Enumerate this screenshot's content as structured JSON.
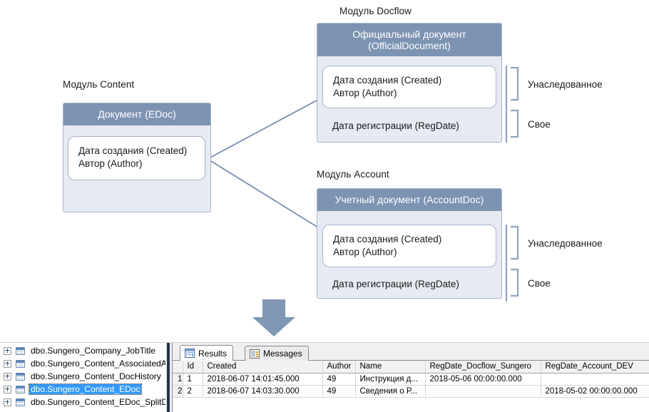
{
  "diagram": {
    "modules": [
      {
        "label": "Модуль Content"
      },
      {
        "label": "Модуль Docflow"
      },
      {
        "label": "Модуль Account"
      }
    ],
    "entities": [
      {
        "title": "Документ (EDoc)",
        "inherited_fields": "Дата создания (Created)\nАвтор (Author)",
        "inherited_line1": "Дата создания (Created)",
        "inherited_line2": "Автор (Author)",
        "own_field": ""
      },
      {
        "title": "Официальный документ\n(OfficialDocument)",
        "title_line1": "Официальный документ",
        "title_line2": "(OfficialDocument)",
        "inherited_line1": "Дата создания (Created)",
        "inherited_line2": "Автор (Author)",
        "own_field": "Дата регистрации (RegDate)"
      },
      {
        "title": "Учетный документ (AccountDoc)",
        "inherited_line1": "Дата создания (Created)",
        "inherited_line2": "Автор (Author)",
        "own_field": "Дата регистрации (RegDate)"
      }
    ],
    "brace_labels": {
      "inherited": "Унаследованное",
      "own": "Свое"
    },
    "colors": {
      "header_fill": "#7d93b2",
      "body_fill": "#e6eaf2",
      "border": "#a8b6cb",
      "connector": "#7389a8",
      "arrow": "#8097b5"
    }
  },
  "ssms": {
    "tree": {
      "items": [
        {
          "label": "dbo.Sungero_Company_JobTitle",
          "selected": false
        },
        {
          "label": "dbo.Sungero_Content_AssociatedA",
          "selected": false
        },
        {
          "label": "dbo.Sungero_Content_DocHistory",
          "selected": false
        },
        {
          "label": "dbo.Sungero_Content_EDoc",
          "selected": true
        },
        {
          "label": "dbo.Sungero_Content_EDoc_SplitD",
          "selected": false
        }
      ]
    },
    "tabs": [
      {
        "label": "Results",
        "icon": "results-grid-icon",
        "active": true
      },
      {
        "label": "Messages",
        "icon": "messages-icon",
        "active": false
      }
    ],
    "grid": {
      "columns": [
        "",
        "Id",
        "Created",
        "Author",
        "Name",
        "RegDate_Docflow_Sungero",
        "RegDate_Account_DEV"
      ],
      "rows": [
        [
          "1",
          "1",
          "2018-06-07 14:01:45.000",
          "49",
          "Инструкция д...",
          "2018-05-06 00:00:00.000",
          ""
        ],
        [
          "2",
          "2",
          "2018-06-07 14:03:30.000",
          "49",
          "Сведения о Р...",
          "",
          "2018-05-02 00:00:00.000"
        ]
      ]
    }
  }
}
